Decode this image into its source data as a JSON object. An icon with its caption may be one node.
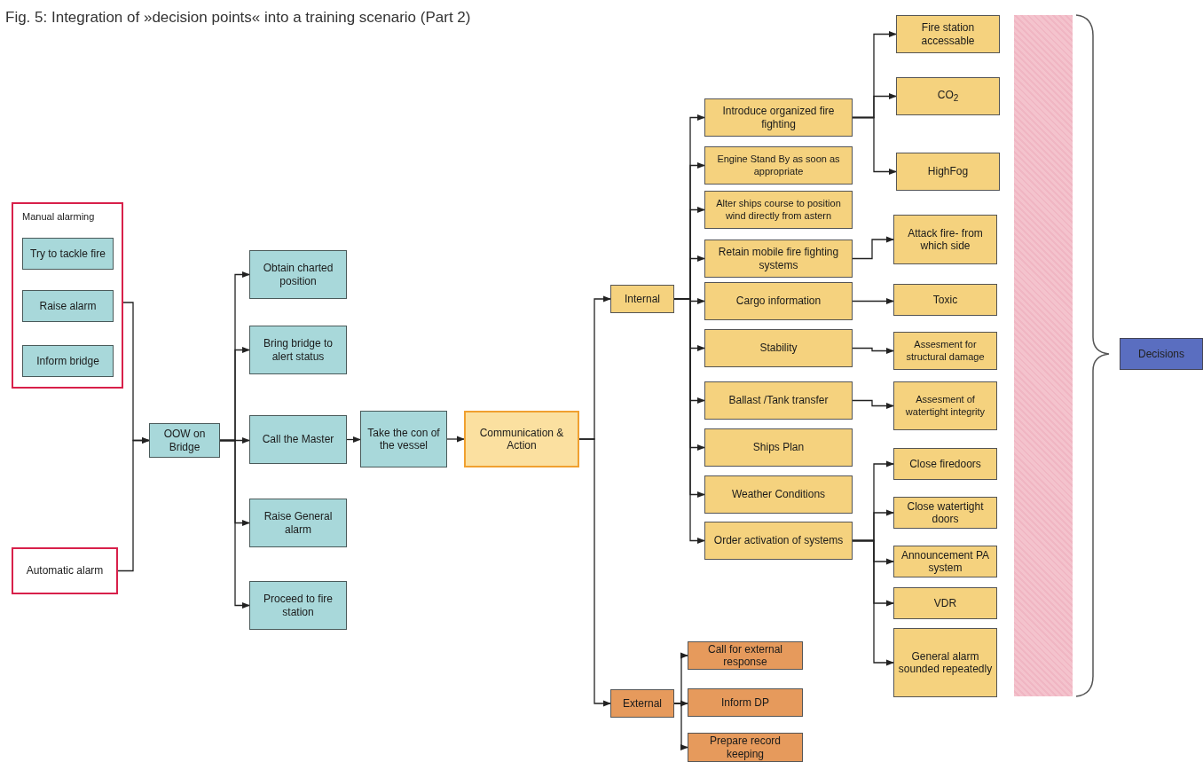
{
  "diagram": {
    "title": "Fig. 5: Integration of »decision points« into a training scenario (Part 2)",
    "nodes": [
      {
        "text": [
          "Manual alarming"
        ]
      },
      {
        "text": [
          "Try to tackle fire"
        ],
        "in": 0
      },
      {
        "text": [
          "Raise alarm"
        ],
        "in": 0
      },
      {
        "text": [
          "Inform bridge"
        ],
        "in": 0
      },
      {
        "text": [
          "Automatic alarm"
        ]
      },
      {
        "text": [
          "OOW on Bridge"
        ]
      },
      {
        "text": [
          "Obtain charted position"
        ]
      },
      {
        "text": [
          "Bring bridge to alert status"
        ]
      },
      {
        "text": [
          "Call the Master"
        ]
      },
      {
        "text": [
          "Raise General alarm"
        ]
      },
      {
        "text": [
          "Proceed to fire station"
        ]
      },
      {
        "text": [
          "Take the con of the vessel"
        ]
      },
      {
        "text": [
          "Communication & Action"
        ]
      },
      {
        "text": [
          "Internal"
        ]
      },
      {
        "text": [
          "External"
        ]
      },
      {
        "text": [
          "Introduce organized fire fighting"
        ]
      },
      {
        "text": [
          "Engine Stand By as soon as appropriate"
        ]
      },
      {
        "text": [
          "Alter ships course to position wind directly from astern"
        ]
      },
      {
        "text": [
          "Retain mobile fire fighting systems"
        ]
      },
      {
        "text": [
          "Cargo information"
        ]
      },
      {
        "text": [
          "Stability"
        ]
      },
      {
        "text": [
          "Ballast /Tank transfer"
        ]
      },
      {
        "text": [
          "Ships Plan"
        ]
      },
      {
        "text": [
          "Weather Conditions"
        ]
      },
      {
        "text": [
          "Order activation of systems"
        ]
      },
      {
        "text": [
          "Fire station accessable"
        ]
      },
      {
        "text": [
          "CO$_{2}$"
        ]
      },
      {
        "text": [
          "HighFog"
        ]
      },
      {
        "text": [
          "Attack fire- from which side"
        ]
      },
      {
        "text": [
          "Toxic"
        ]
      },
      {
        "text": [
          "Assesment for structural damage"
        ]
      },
      {
        "text": [
          "Assesment of watertight integrity"
        ]
      },
      {
        "text": [
          "Close firedoors"
        ]
      },
      {
        "text": [
          "Close watertight doors"
        ]
      },
      {
        "text": [
          "Announcement PA system"
        ]
      },
      {
        "text": [
          "VDR"
        ]
      },
      {
        "text": [
          "General alarm sounded repeatedly"
        ]
      },
      {
        "text": [
          "Call for external response"
        ]
      },
      {
        "text": [
          "Inform DP"
        ]
      },
      {
        "text": [
          "Prepare record keeping"
        ]
      },
      {
        "text": [
          "Decisions"
        ]
      },
      {
        "text": [],
        "shape": "bar"
      }
    ],
    "edges": [
      {
        "from": 0,
        "to": 5,
        "arrow": "to"
      },
      {
        "from": 4,
        "to": 5,
        "arrow": "to"
      },
      {
        "from": 5,
        "to": 6,
        "arrow": "to"
      },
      {
        "from": 5,
        "to": 7,
        "arrow": "to"
      },
      {
        "from": 5,
        "to": 8,
        "arrow": "to"
      },
      {
        "from": 5,
        "to": 9,
        "arrow": "to"
      },
      {
        "from": 5,
        "to": 10,
        "arrow": "to"
      },
      {
        "from": 8,
        "to": 11,
        "arrow": "to"
      },
      {
        "from": 11,
        "to": 12,
        "arrow": "to"
      },
      {
        "from": 12,
        "to": 13,
        "arrow": "to"
      },
      {
        "from": 12,
        "to": 14,
        "arrow": "to"
      },
      {
        "from": 13,
        "to": 15,
        "arrow": "to"
      },
      {
        "from": 13,
        "to": 16,
        "arrow": "to"
      },
      {
        "from": 13,
        "to": 17,
        "arrow": "to"
      },
      {
        "from": 13,
        "to": 18,
        "arrow": "to"
      },
      {
        "from": 13,
        "to": 19,
        "arrow": "to"
      },
      {
        "from": 13,
        "to": 20,
        "arrow": "to"
      },
      {
        "from": 13,
        "to": 21,
        "arrow": "to"
      },
      {
        "from": 13,
        "to": 22,
        "arrow": "to"
      },
      {
        "from": 13,
        "to": 23,
        "arrow": "to"
      },
      {
        "from": 13,
        "to": 24,
        "arrow": "to"
      },
      {
        "from": 15,
        "to": 25,
        "arrow": "to"
      },
      {
        "from": 15,
        "to": 26,
        "arrow": "to"
      },
      {
        "from": 15,
        "to": 27,
        "arrow": "to"
      },
      {
        "from": 18,
        "to": 28,
        "arrow": "to"
      },
      {
        "from": 19,
        "to": 29,
        "arrow": "to"
      },
      {
        "from": 20,
        "to": 30,
        "arrow": "to"
      },
      {
        "from": 21,
        "to": 31,
        "arrow": "to"
      },
      {
        "from": 24,
        "to": 32,
        "arrow": "to"
      },
      {
        "from": 24,
        "to": 33,
        "arrow": "to"
      },
      {
        "from": 24,
        "to": 34,
        "arrow": "to"
      },
      {
        "from": 24,
        "to": 35,
        "arrow": "to"
      },
      {
        "from": 24,
        "to": 36,
        "arrow": "to"
      },
      {
        "from": 14,
        "to": 37,
        "arrow": "to"
      },
      {
        "from": 14,
        "to": 38,
        "arrow": "to"
      },
      {
        "from": 14,
        "to": 39,
        "arrow": "to"
      }
    ]
  }
}
